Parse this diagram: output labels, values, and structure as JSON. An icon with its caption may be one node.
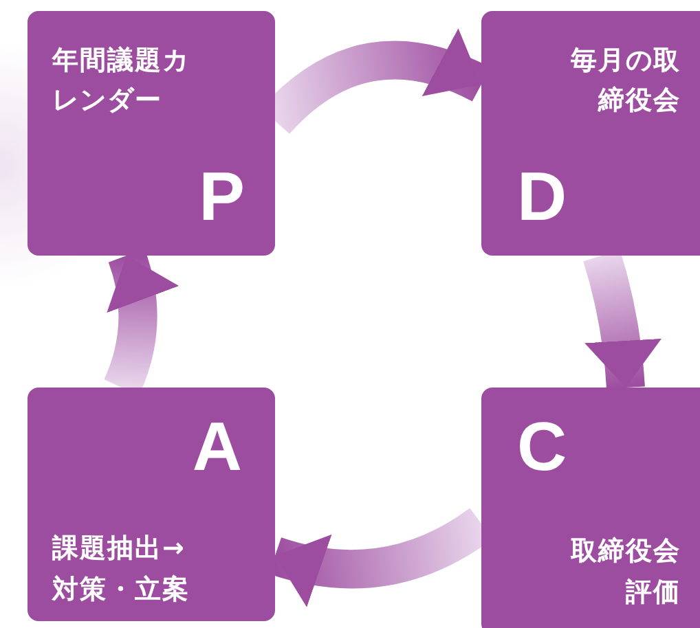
{
  "diagram": {
    "nodes": [
      {
        "text": [
          "年間議題カレンダー",
          "P"
        ]
      },
      {
        "text": [
          "毎月の取締役会",
          "D"
        ]
      },
      {
        "text": [
          "C",
          "取締役会評価"
        ]
      },
      {
        "text": [
          "A",
          "課題抽出→対策・立案"
        ]
      }
    ],
    "edges": [
      {
        "from": 0,
        "to": 1,
        "arrow": "to"
      },
      {
        "from": 1,
        "to": 2,
        "arrow": "to"
      },
      {
        "from": 2,
        "to": 3,
        "arrow": "to"
      },
      {
        "from": 3,
        "to": 0,
        "arrow": "to"
      }
    ]
  }
}
